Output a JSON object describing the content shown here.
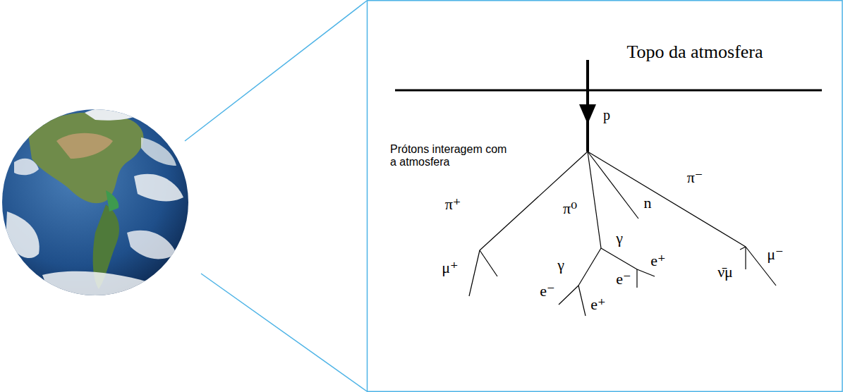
{
  "diagram": {
    "labels": [
      "Topo da atmosfera",
      "p",
      "Prótons interagem com a atmosfera",
      "π⁺",
      "π⁰",
      "n",
      "π⁻",
      "μ⁺",
      "γ",
      "γ",
      "e⁻",
      "e⁺",
      "ν̄μ",
      "μ⁻",
      "e⁻",
      "e⁺"
    ]
  }
}
